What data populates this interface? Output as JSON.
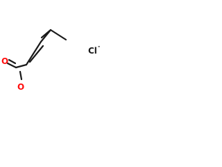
{
  "molecule": {
    "carbonyl_oxygen": "O",
    "hydroxyl_oxygen": "O",
    "counter_ion": "Cl",
    "counter_ion_charge": "-"
  },
  "colors": {
    "bond": "#1a1a1a",
    "oxygen": "#ff0d0d",
    "chlorine": "#1a1a1a"
  }
}
